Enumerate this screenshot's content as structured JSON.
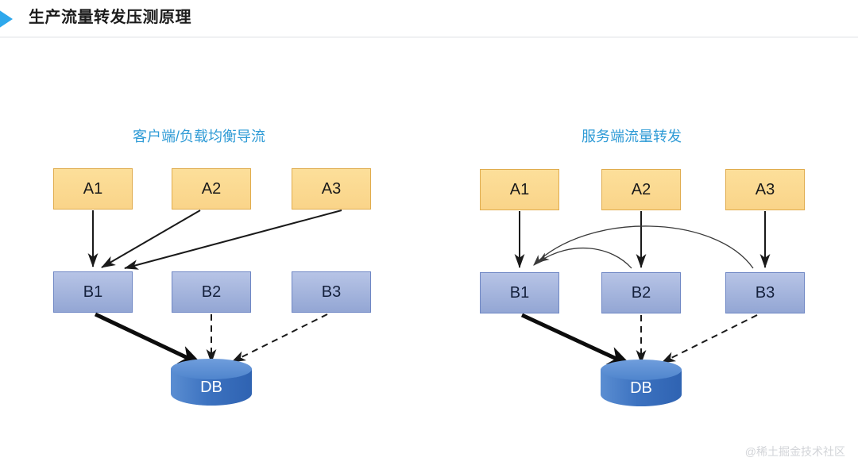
{
  "header": {
    "title": "生产流量转发压测原理",
    "accent_color": "#2ea8ec",
    "title_color": "#1c1c1c"
  },
  "panels": [
    {
      "id": "left",
      "title": "客户端/负载均衡导流",
      "title_color": "#2f9bd6",
      "nodes": {
        "app": [
          "A1",
          "A2",
          "A3"
        ],
        "service": [
          "B1",
          "B2",
          "B3"
        ],
        "store": "DB"
      },
      "edges": [
        {
          "from": "A1",
          "to": "B1",
          "style": "solid",
          "weight": "normal",
          "shape": "straight"
        },
        {
          "from": "A2",
          "to": "B1",
          "style": "solid",
          "weight": "normal",
          "shape": "straight"
        },
        {
          "from": "A3",
          "to": "B1",
          "style": "solid",
          "weight": "normal",
          "shape": "straight"
        },
        {
          "from": "B1",
          "to": "DB",
          "style": "solid",
          "weight": "thick",
          "shape": "straight"
        },
        {
          "from": "B2",
          "to": "DB",
          "style": "dashed",
          "weight": "normal",
          "shape": "straight"
        },
        {
          "from": "B3",
          "to": "DB",
          "style": "dashed",
          "weight": "normal",
          "shape": "straight"
        }
      ]
    },
    {
      "id": "right",
      "title": "服务端流量转发",
      "title_color": "#2f9bd6",
      "nodes": {
        "app": [
          "A1",
          "A2",
          "A3"
        ],
        "service": [
          "B1",
          "B2",
          "B3"
        ],
        "store": "DB"
      },
      "edges": [
        {
          "from": "A1",
          "to": "B1",
          "style": "solid",
          "weight": "normal",
          "shape": "straight"
        },
        {
          "from": "A2",
          "to": "B2",
          "style": "solid",
          "weight": "normal",
          "shape": "straight"
        },
        {
          "from": "A3",
          "to": "B3",
          "style": "solid",
          "weight": "normal",
          "shape": "straight"
        },
        {
          "from": "B2",
          "to": "B1",
          "style": "solid",
          "weight": "thin",
          "shape": "curved"
        },
        {
          "from": "B3",
          "to": "B1",
          "style": "solid",
          "weight": "thin",
          "shape": "curved"
        },
        {
          "from": "B1",
          "to": "DB",
          "style": "solid",
          "weight": "thick",
          "shape": "straight"
        },
        {
          "from": "B2",
          "to": "DB",
          "style": "dashed",
          "weight": "normal",
          "shape": "straight"
        },
        {
          "from": "B3",
          "to": "DB",
          "style": "dashed",
          "weight": "normal",
          "shape": "straight"
        }
      ]
    }
  ],
  "colors": {
    "node_app_fill": "#fad489",
    "node_app_border": "#e0ac4e",
    "node_service_fill": "#93a6d4",
    "node_service_border": "#6f87c4",
    "db_fill": "#3c72c0",
    "edge": "#1a1a1a"
  },
  "watermark": {
    "text": "@稀土掘金技术社区"
  }
}
